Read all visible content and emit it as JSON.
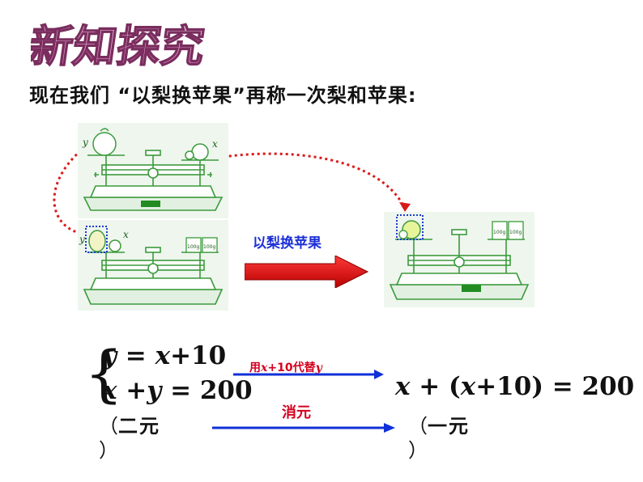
{
  "heading": "新知探究",
  "subtitle": "现在我们 “以梨换苹果”再称一次梨和苹果:",
  "scales": {
    "label_y": "y",
    "label_x": "x",
    "weight_label": "100g"
  },
  "transfer_label": "以梨换苹果",
  "system": {
    "eq1": {
      "lhs": "y",
      "eq": " = ",
      "rhs_var": "x",
      "rhs_rest": "+10"
    },
    "eq2": {
      "a": "x",
      "plus": " +",
      "b": "y",
      "rest": " = 200"
    }
  },
  "substitute_label": {
    "pre": "用",
    "var1": "x",
    "mid": "+10代替",
    "var2": "y"
  },
  "result_eq": {
    "v1": "x",
    "mid1": " + (",
    "v2": "x",
    "rest": "+10) = 200"
  },
  "elimination_label": "消元",
  "left_note": {
    "open": "（",
    "text": "二元",
    "close": "）"
  },
  "right_note": {
    "open": "（",
    "text": "一元",
    "close": "）"
  },
  "colors": {
    "scale_green": "#3c9a3c",
    "arrow_red": "#e00000",
    "arrow_blue": "#1030d8",
    "text_red": "#d4001f"
  }
}
